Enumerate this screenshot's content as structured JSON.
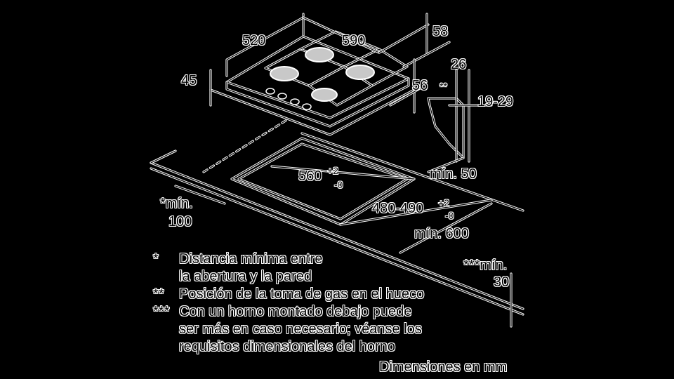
{
  "dimensions": {
    "hob_depth": "520",
    "hob_width": "590",
    "hob_height_top": "58",
    "hob_thickness": "45",
    "hob_side": "56",
    "gas_offset": "26",
    "gas_marker": "**",
    "gas_height": "19-29",
    "cutout_width": "560",
    "cutout_width_tol_plus": "+2",
    "cutout_width_tol_minus": "-0",
    "cutout_depth": "480-490",
    "cutout_depth_tol_plus": "+2",
    "cutout_depth_tol_minus": "-0",
    "min_back": "mín. 50",
    "min_wall_label": "*mín.",
    "min_wall_value": "100",
    "min_counter": "mín. 600",
    "min_below_label": "***mín.",
    "min_below_value": "30"
  },
  "notes": [
    {
      "marker": "*",
      "lines": [
        "Distancia mínima entre",
        "la abertura y la pared"
      ]
    },
    {
      "marker": "**",
      "lines": [
        "Posición de la toma de gas en el hueco"
      ]
    },
    {
      "marker": "***",
      "lines": [
        "Con un horno montado debajo puede",
        "ser más en caso necesario; véanse los",
        "requisitos dimensionales del horno"
      ]
    }
  ],
  "units_note": "Dimensiones en mm",
  "colors": {
    "background": "#000000",
    "line": "#ffffff",
    "burner": "#c8c8c8"
  }
}
